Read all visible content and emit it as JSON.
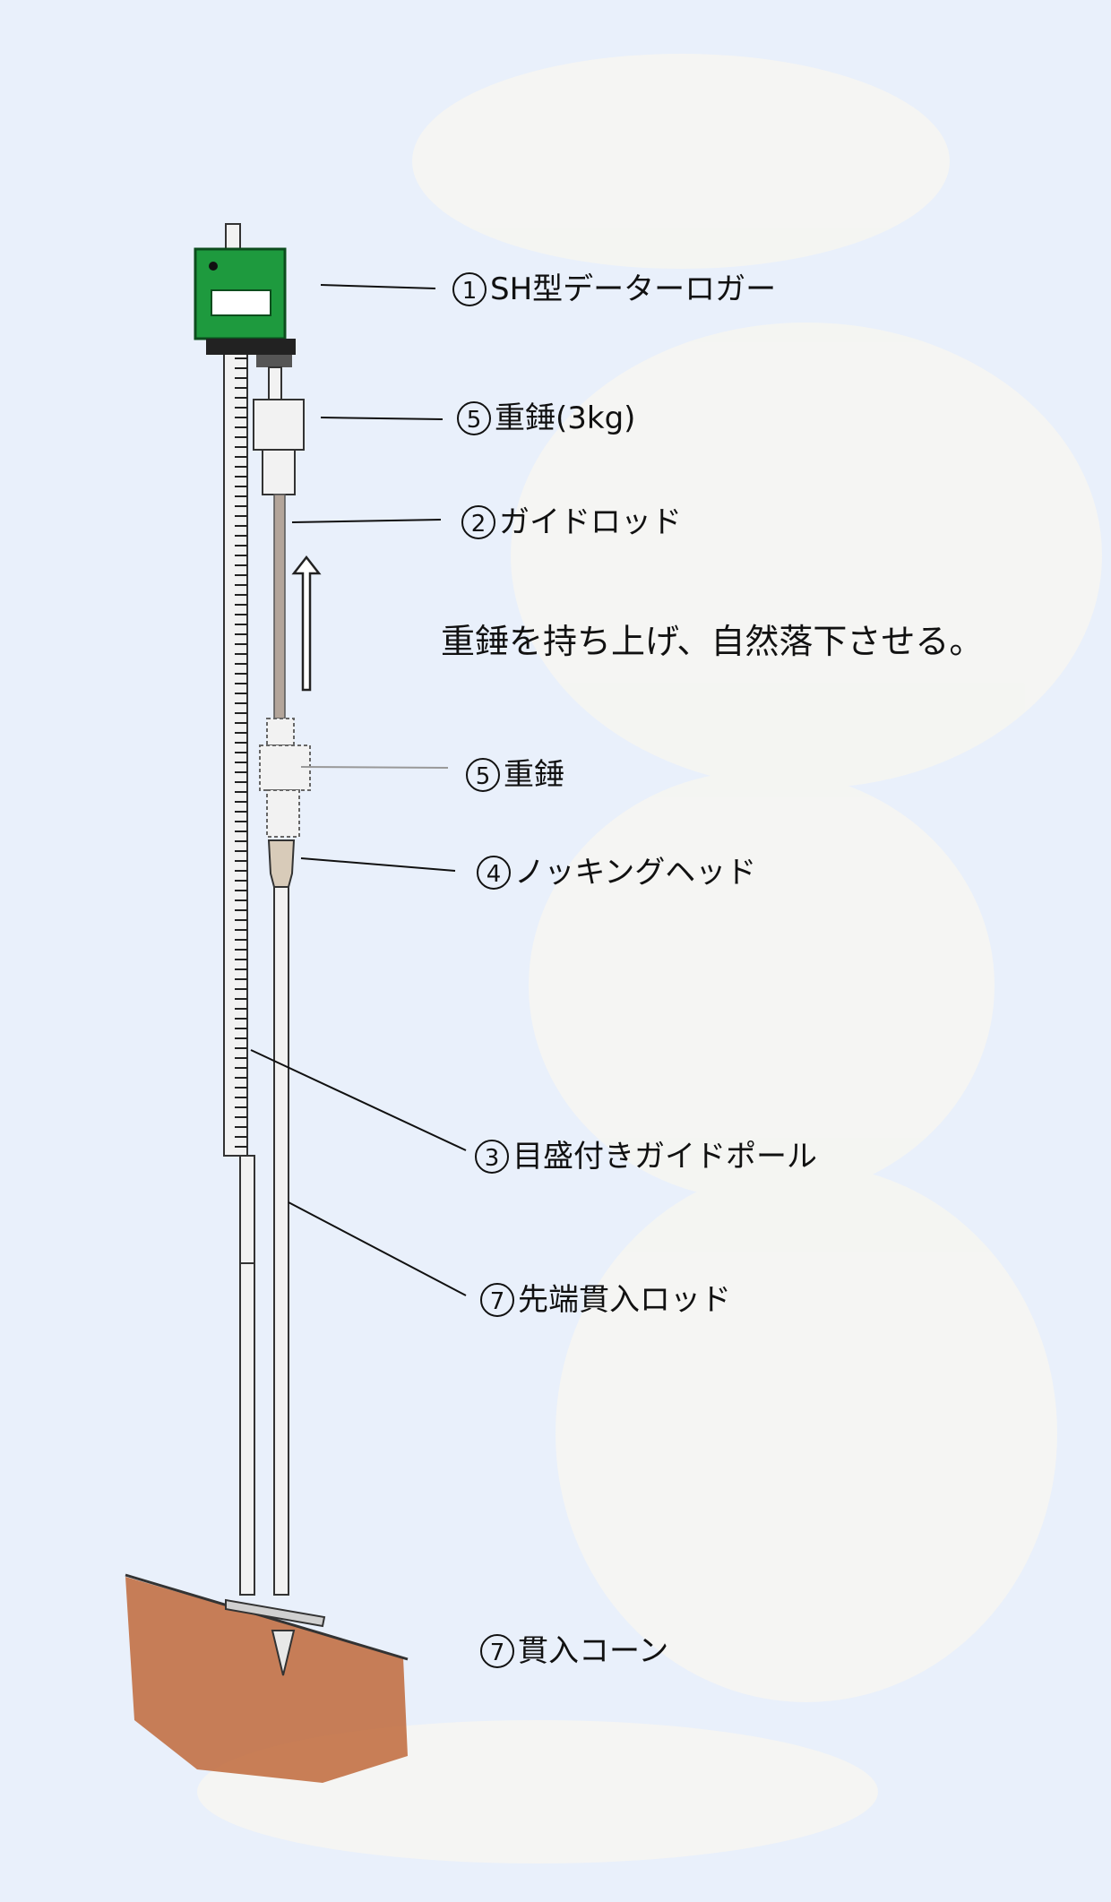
{
  "labels": [
    {
      "id": "logger",
      "num": "1",
      "text": "SH型データーロガー"
    },
    {
      "id": "weight-top",
      "num": "5",
      "text": "重錘(3kg)"
    },
    {
      "id": "guide-rod",
      "num": "2",
      "text": "ガイドロッド"
    },
    {
      "id": "weight-bottom",
      "num": "5",
      "text": "重錘"
    },
    {
      "id": "knocking-head",
      "num": "4",
      "text": "ノッキングヘッド"
    },
    {
      "id": "guide-pole",
      "num": "3",
      "text": "目盛付きガイドポール"
    },
    {
      "id": "tip-rod",
      "num": "7",
      "text": "先端貫入ロッド"
    },
    {
      "id": "cone",
      "num": "7",
      "text": "貫入コーン"
    }
  ],
  "instruction": "重錘を持ち上げ、自然落下させる。",
  "colors": {
    "logger_green": "#1e9a3e",
    "soil": "#c0683a",
    "background": "#e9f0fb"
  }
}
